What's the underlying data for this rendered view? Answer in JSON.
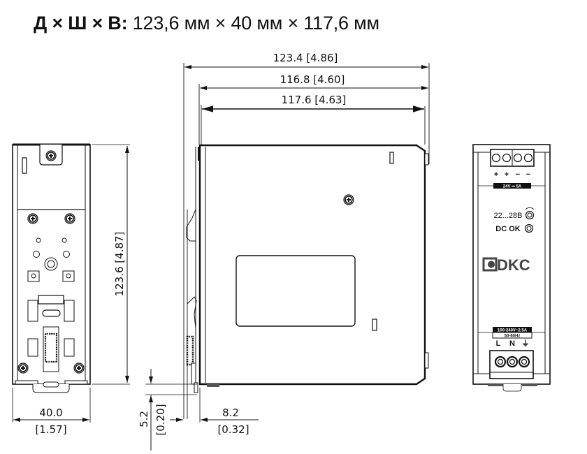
{
  "header": {
    "label": "Д × Ш × В:",
    "value": "123,6 мм × 40 мм × 117,6 мм"
  },
  "dimensions": {
    "side_overall": "123.4  [4.86]",
    "side_body": "116.8  [4.60]",
    "side_depth": "117.6  [4.63]",
    "height": "123.6  [4.87]",
    "width_mm": "40.0",
    "width_in": "[1.57]",
    "rail_offset_mm": "5.2",
    "rail_offset_in": "[0.20]",
    "clip_offset_mm": "8.2",
    "clip_offset_in": "[0.32]"
  },
  "front_panel": {
    "output_terminals": [
      "+",
      "+",
      "−",
      "−"
    ],
    "output_rating": "24V ⎓ 5A",
    "voltage_adjust": "22...28В",
    "status_led": "DC OK",
    "brand": "DKC",
    "input_rating": "100-240V~2.5A",
    "input_freq": "50-60Hz",
    "input_terminals": [
      "L",
      "N",
      "⏚"
    ]
  },
  "colors": {
    "line": "#111111",
    "brand": "#444444"
  }
}
